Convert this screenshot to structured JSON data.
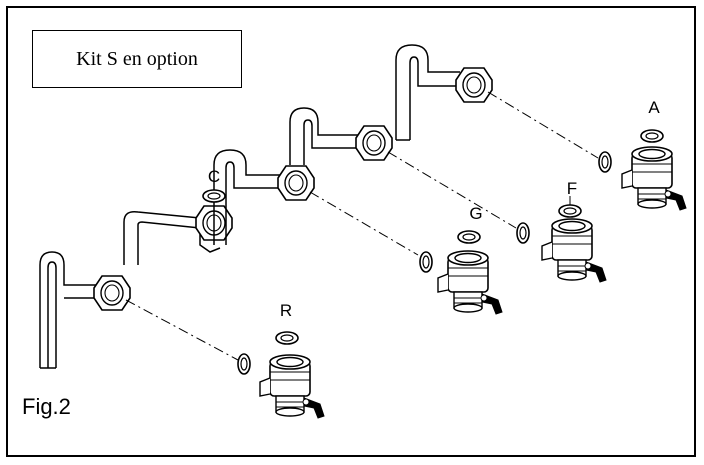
{
  "title": "Kit S en option",
  "figure": "Fig.2",
  "labels": {
    "A": "A",
    "C": "C",
    "F": "F",
    "G": "G",
    "R": "R"
  },
  "colors": {
    "line": "#000000",
    "background": "#ffffff"
  }
}
